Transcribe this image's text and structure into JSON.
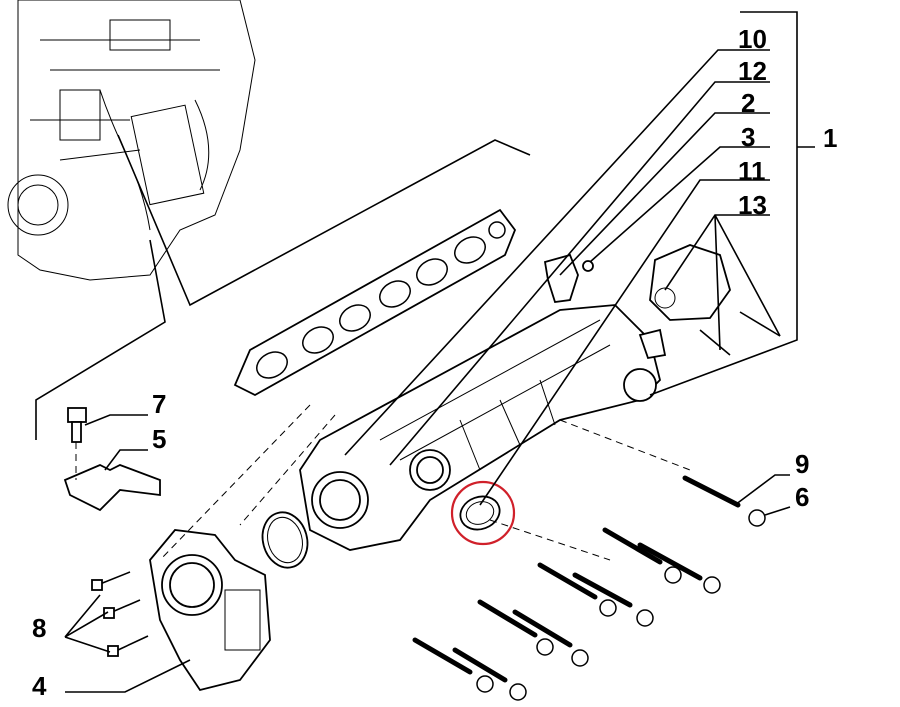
{
  "diagram": {
    "callouts": {
      "c10": "10",
      "c12": "12",
      "c2": "2",
      "c3": "3",
      "c11": "11",
      "c13": "13",
      "c1": "1",
      "c7": "7",
      "c5": "5",
      "c9": "9",
      "c6": "6",
      "c8": "8",
      "c4": "4"
    },
    "highlight_color": "#d0202a"
  }
}
